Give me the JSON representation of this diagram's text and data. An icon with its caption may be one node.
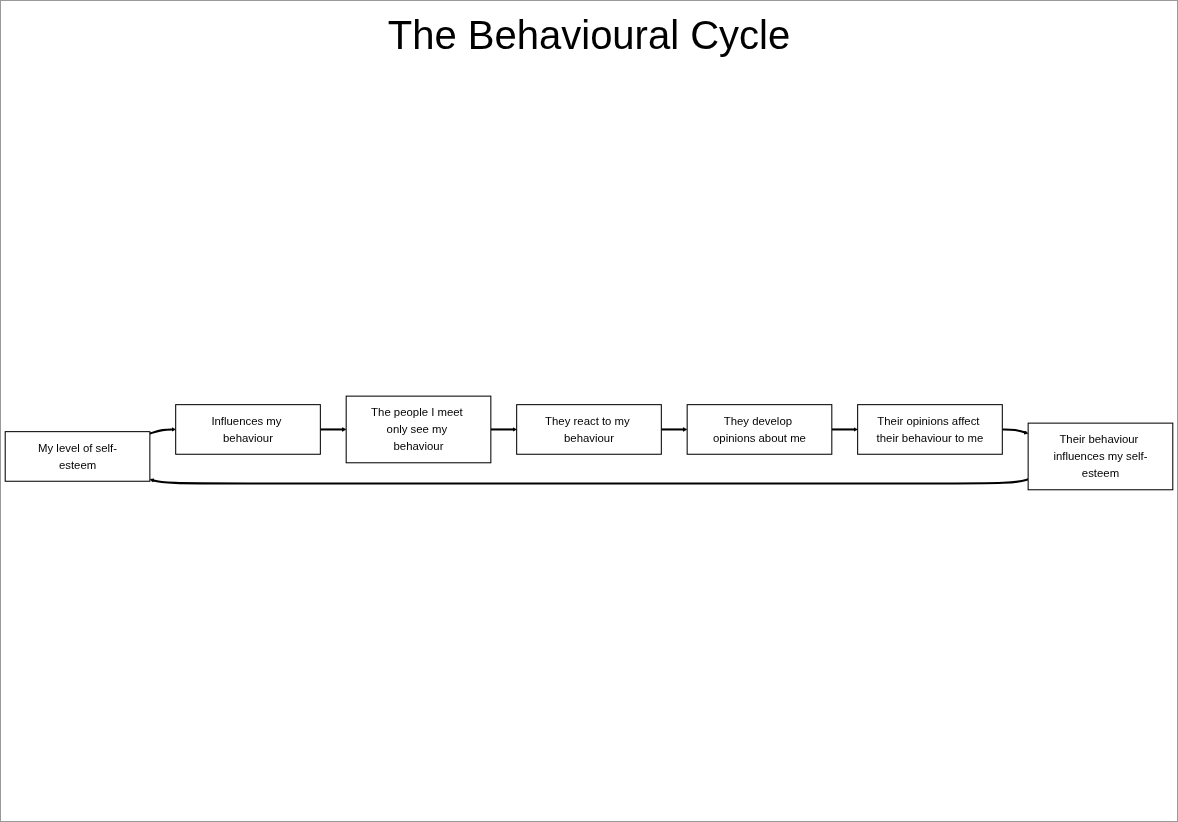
{
  "diagram": {
    "title": "The Behavioural Cycle",
    "nodes": [
      {
        "text": [
          "My level of self-esteem"
        ]
      },
      {
        "text": [
          "Influences my behaviour"
        ]
      },
      {
        "text": [
          "The people I meet only see my behaviour"
        ]
      },
      {
        "text": [
          "They react to my behaviour"
        ]
      },
      {
        "text": [
          "They develop opinions about me"
        ]
      },
      {
        "text": [
          "Their opinions affect their behaviour to me"
        ]
      },
      {
        "text": [
          "Their behaviour influences my self-esteem"
        ]
      }
    ],
    "edges": [
      {
        "from": 0,
        "to": 1,
        "arrow": "to"
      },
      {
        "from": 1,
        "to": 2,
        "arrow": "to"
      },
      {
        "from": 2,
        "to": 3,
        "arrow": "to"
      },
      {
        "from": 3,
        "to": 4,
        "arrow": "to"
      },
      {
        "from": 4,
        "to": 5,
        "arrow": "to"
      },
      {
        "from": 5,
        "to": 6,
        "arrow": "to"
      },
      {
        "from": 6,
        "to": 0,
        "arrow": "to"
      }
    ]
  }
}
